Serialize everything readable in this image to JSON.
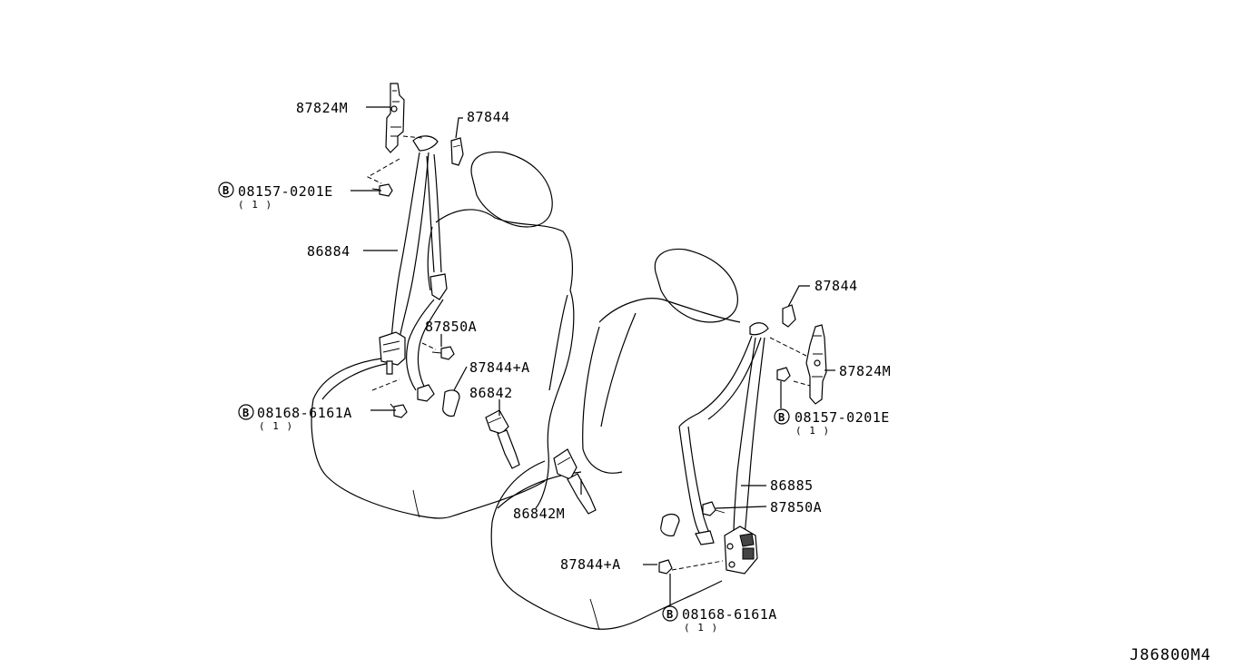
{
  "diagram_code": "J86800M4",
  "callouts": {
    "left_anchor_bracket": "87824M",
    "left_cover_top": "87844",
    "left_bolt_upper": "08157-0201E",
    "left_bolt_upper_qty": "( 1 )",
    "left_belt": "86884",
    "left_bolt_mid": "87850A",
    "left_cover_lower": "87844+A",
    "left_buckle": "86842",
    "left_bolt_lower": "08168-6161A",
    "left_bolt_lower_qty": "( 1 )",
    "right_cover_top": "87844",
    "right_anchor_bracket": "87824M",
    "right_bolt_upper": "08157-0201E",
    "right_bolt_upper_qty": "( 1 )",
    "right_belt": "86885",
    "right_bolt_mid": "87850A",
    "right_buckle": "86842M",
    "right_cover_lower": "87844+A",
    "right_bolt_lower": "08168-6161A",
    "right_bolt_lower_qty": "( 1 )"
  },
  "bolt_marker_letter": "B"
}
